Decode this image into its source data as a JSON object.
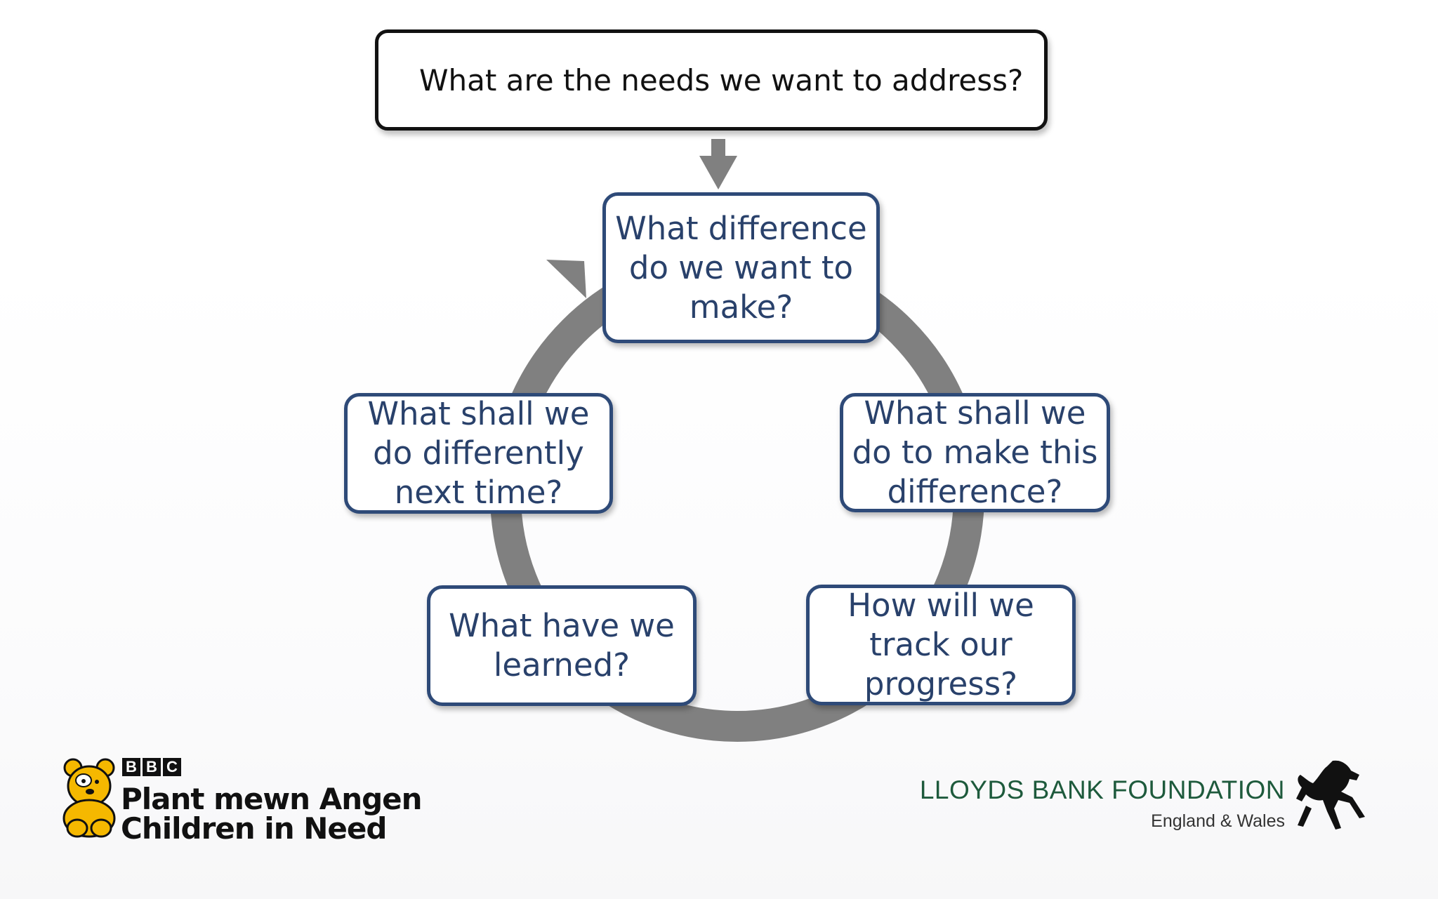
{
  "diagram": {
    "top_question": "What are the needs we want to address?",
    "nodes": [
      {
        "id": "difference",
        "text": "What difference\ndo we want to\nmake?"
      },
      {
        "id": "make-difference",
        "text": "What shall we\ndo to make this\ndifference?"
      },
      {
        "id": "track-progress",
        "text": "How will we\ntrack our\nprogress?"
      },
      {
        "id": "learned",
        "text": "What have we\nlearned?"
      },
      {
        "id": "differently",
        "text": "What shall we\ndo differently\nnext time?"
      }
    ]
  },
  "logos": {
    "children_in_need": {
      "bbc": [
        "B",
        "B",
        "C"
      ],
      "line1": "Plant mewn Angen",
      "line2": "Children in Need",
      "icon": "pudsey-bear-icon"
    },
    "lloyds": {
      "name": "LLOYDS BANK FOUNDATION",
      "subtitle": "England & Wales",
      "icon": "black-horse-icon"
    }
  },
  "colors": {
    "node_border": "#2e4a78",
    "node_text": "#29416b",
    "cycle_ring": "#808080",
    "lloyds_green": "#1e5a3c",
    "pudsey_yellow": "#f5b800"
  }
}
